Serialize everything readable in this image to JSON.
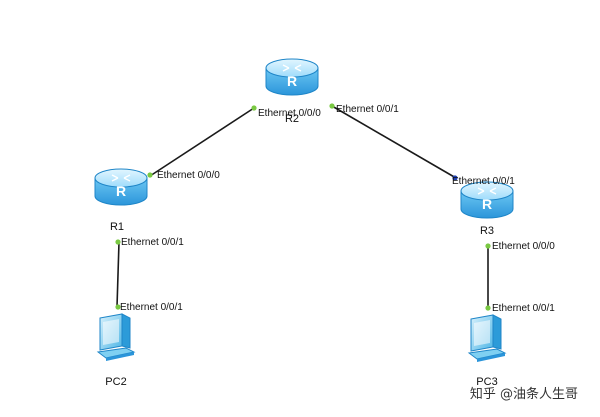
{
  "diagram": {
    "colors": {
      "link": "#1a1a1a",
      "port_up": "#7ac943",
      "port_alt": "#1d3fb3",
      "router_top": "#bfe9ff",
      "router_side": "#3aa9e8",
      "router_dark": "#1f86c8",
      "pc_body": "#5cbfe8"
    },
    "nodes": [
      {
        "id": "R1",
        "label": "R1",
        "type": "router",
        "icon": "router-icon"
      },
      {
        "id": "R2",
        "label": "R2",
        "type": "router",
        "icon": "router-icon"
      },
      {
        "id": "R3",
        "label": "R3",
        "type": "router",
        "icon": "router-icon"
      },
      {
        "id": "PC2",
        "label": "PC2",
        "type": "pc",
        "icon": "pc-icon"
      },
      {
        "id": "PC3",
        "label": "PC3",
        "type": "pc",
        "icon": "pc-icon"
      }
    ],
    "links": [
      {
        "from": "R2",
        "to": "R1",
        "from_port": "Ethernet 0/0/0",
        "to_port": "Ethernet 0/0/0"
      },
      {
        "from": "R2",
        "to": "R3",
        "from_port": "Ethernet 0/0/1",
        "to_port": "Ethernet 0/0/1"
      },
      {
        "from": "R1",
        "to": "PC2",
        "from_port": "Ethernet 0/0/1",
        "to_port": "Ethernet 0/0/1"
      },
      {
        "from": "R3",
        "to": "PC3",
        "from_port": "Ethernet 0/0/0",
        "to_port": "Ethernet 0/0/1"
      }
    ],
    "watermark": "知乎 @油条人生哥"
  }
}
